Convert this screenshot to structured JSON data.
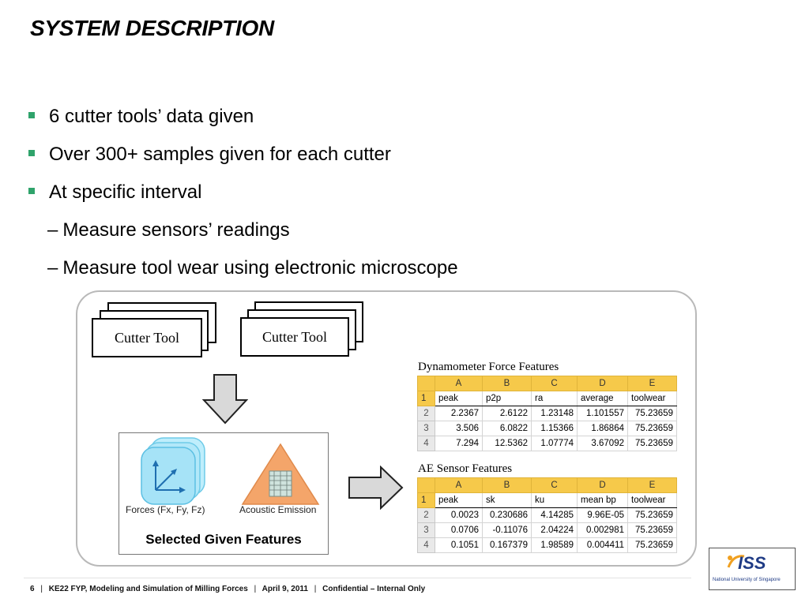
{
  "slide": {
    "title": "SYSTEM DESCRIPTION",
    "bullets": [
      "6 cutter tools’ data given",
      "Over 300+ samples given for each cutter",
      "At specific interval"
    ],
    "sub_bullets": [
      "Measure sensors’ readings",
      "Measure tool wear using electronic microscope"
    ],
    "dash": "–"
  },
  "diagram": {
    "card_left": "Cutter Tool",
    "card_right": "Cutter Tool",
    "features_caption": "Selected Given Features",
    "forces_label": "Forces (Fx, Fy, Fz)",
    "acoustic_label": "Acoustic Emission",
    "colors": {
      "arrow_fill": "#d9d9d9",
      "sphere": "#a6e3f7",
      "triangle": "#f4a56a"
    }
  },
  "dynamometer": {
    "title": "Dynamometer Force Features",
    "columns": [
      "A",
      "B",
      "C",
      "D",
      "E"
    ],
    "row_numbers": [
      "1",
      "2",
      "3",
      "4"
    ],
    "fields": [
      "peak",
      "p2p",
      "ra",
      "average",
      "toolwear"
    ],
    "rows": [
      [
        "2.2367",
        "2.6122",
        "1.23148",
        "1.101557",
        "75.23659"
      ],
      [
        "3.506",
        "6.0822",
        "1.15366",
        "1.86864",
        "75.23659"
      ],
      [
        "7.294",
        "12.5362",
        "1.07774",
        "3.67092",
        "75.23659"
      ]
    ]
  },
  "ae_sensor": {
    "title": "AE Sensor Features",
    "columns": [
      "A",
      "B",
      "C",
      "D",
      "E"
    ],
    "row_numbers": [
      "1",
      "2",
      "3",
      "4"
    ],
    "fields": [
      "peak",
      "sk",
      "ku",
      "mean bp",
      "toolwear"
    ],
    "rows": [
      [
        "0.0023",
        "0.230686",
        "4.14285",
        "9.96E-05",
        "75.23659"
      ],
      [
        "0.0706",
        "-0.11076",
        "2.04224",
        "0.002981",
        "75.23659"
      ],
      [
        "0.1051",
        "0.167379",
        "1.98589",
        "0.004411",
        "75.23659"
      ]
    ]
  },
  "logo": {
    "text": "ISS",
    "sub": "National University of Singapore"
  },
  "footer": {
    "page": "6",
    "course": "KE22 FYP, Modeling and Simulation of Milling Forces",
    "date": "April 9, 2011",
    "confidential": "Confidential – Internal Only",
    "separator": "|"
  },
  "theme": {
    "bullet_color": "#2fa36b",
    "header_yellow": "#f6c94a"
  }
}
